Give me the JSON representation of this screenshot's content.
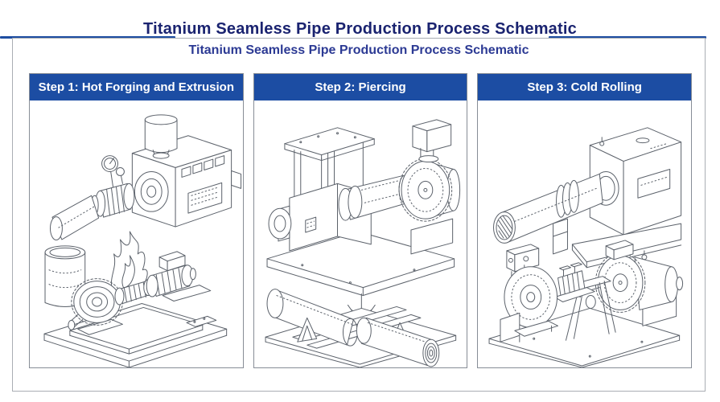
{
  "page": {
    "title": "Titanium Seamless Pipe Production Process Schematic",
    "subtitle": "Titanium Seamless Pipe Production Process Schematic"
  },
  "steps": [
    {
      "label": "Step 1: Hot Forging and Extrusion",
      "illustration": "extrusion-press-line-art"
    },
    {
      "label": "Step 2: Piercing",
      "illustration": "piercing-mill-line-art"
    },
    {
      "label": "Step 3: Cold Rolling",
      "illustration": "cold-rolling-mill-line-art"
    }
  ],
  "colors": {
    "title_navy": "#1a2370",
    "subtitle_blue": "#2c3a94",
    "header_bar_blue": "#1c4da3",
    "header_text": "#ffffff",
    "title_rule_blue": "#1e4da1",
    "outer_border_gray": "#aaaeb4",
    "panel_border_gray": "#878d96",
    "line_art_gray": "#5c626b"
  }
}
